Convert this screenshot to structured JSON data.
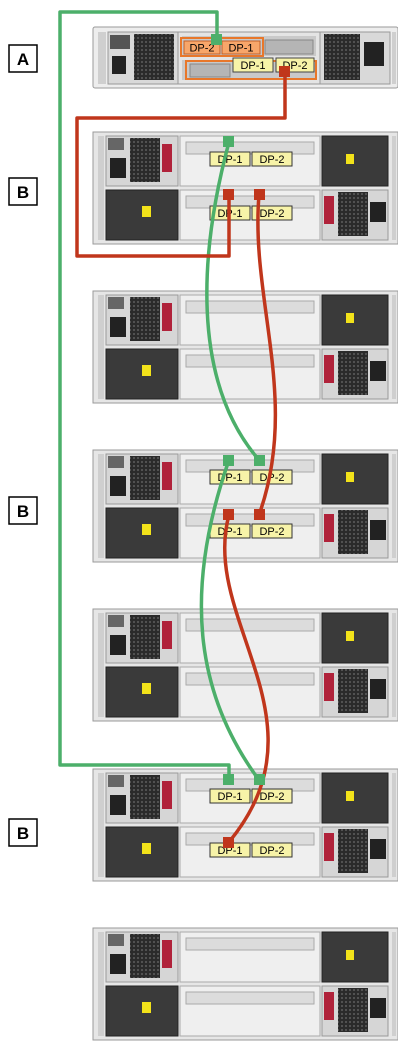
{
  "labels": {
    "controller": "A",
    "enclosure": "B"
  },
  "ports": {
    "dp1": "DP-1",
    "dp2": "DP-2"
  },
  "colors": {
    "path_a": "#4caf6a",
    "path_b": "#c0361c",
    "port_box": "#f7f3a8",
    "port_box_orange": "#f7a66a",
    "chassis": "#e6e6e6",
    "psu_dark": "#3a3a3a",
    "latch_red": "#b0223a",
    "latch_yellow": "#f2e21a"
  }
}
